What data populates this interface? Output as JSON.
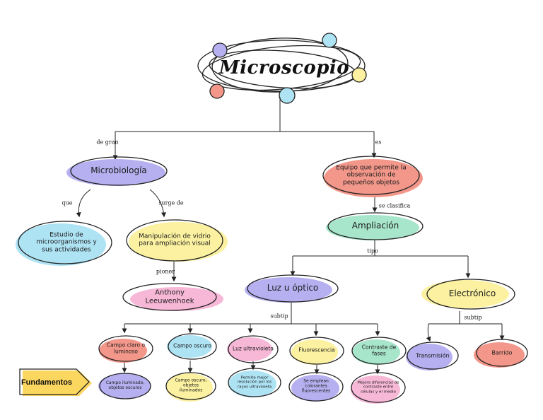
{
  "title": "Microscopio",
  "colors": {
    "purple": "#b6b0f0",
    "salmon": "#f2978a",
    "green": "#a8e6cc",
    "yellow": "#fbf1a0",
    "blue": "#aee3f4",
    "pink": "#f7b8d8",
    "fundamentos_fill": "#fcd75f"
  },
  "nodes": {
    "microbiologia": "Microbiología",
    "estudio": "Estudio de microorganismos y sus actividades",
    "manipulacion": "Manipulación de vidrio para ampliación visual",
    "anthony": "Anthony Leeuwenhoek",
    "equipo": "Equipo que permite la observación de pequeños objetos",
    "ampliacion": "Ampliación",
    "luz": "Luz u óptico",
    "electronico": "Electrónico",
    "transmision": "Transmisión",
    "barrido": "Barrido",
    "campo_claro": "Campo claro o luminoso",
    "campo_oscuro": "Campo oscuro",
    "luz_uv": "Luz ultravioleta",
    "fluorescencia": "Fluorescencia",
    "contraste": "Contraste de fases",
    "f_campo_claro": "Campo iluminado, objetos oscuros",
    "f_campo_oscuro": "Campo oscuro, objetos iluminados",
    "f_luz_uv": "Permite mejor resolución por los rayos ultravioleta",
    "f_fluorescencia": "Se emplean colorantes fluorescentes",
    "f_contraste": "Mejora diferencias de contraste entre células y el medio",
    "fundamentos": "Fundamentos"
  },
  "edges": {
    "de_gran": "de gran",
    "es": "es",
    "que": "que",
    "surge_de": "surge de",
    "pioner": "pioner",
    "se_clasifica": "se clasifica",
    "tipo": "tipo",
    "subtip_left": "subtip",
    "subtip_right": "subtip"
  }
}
